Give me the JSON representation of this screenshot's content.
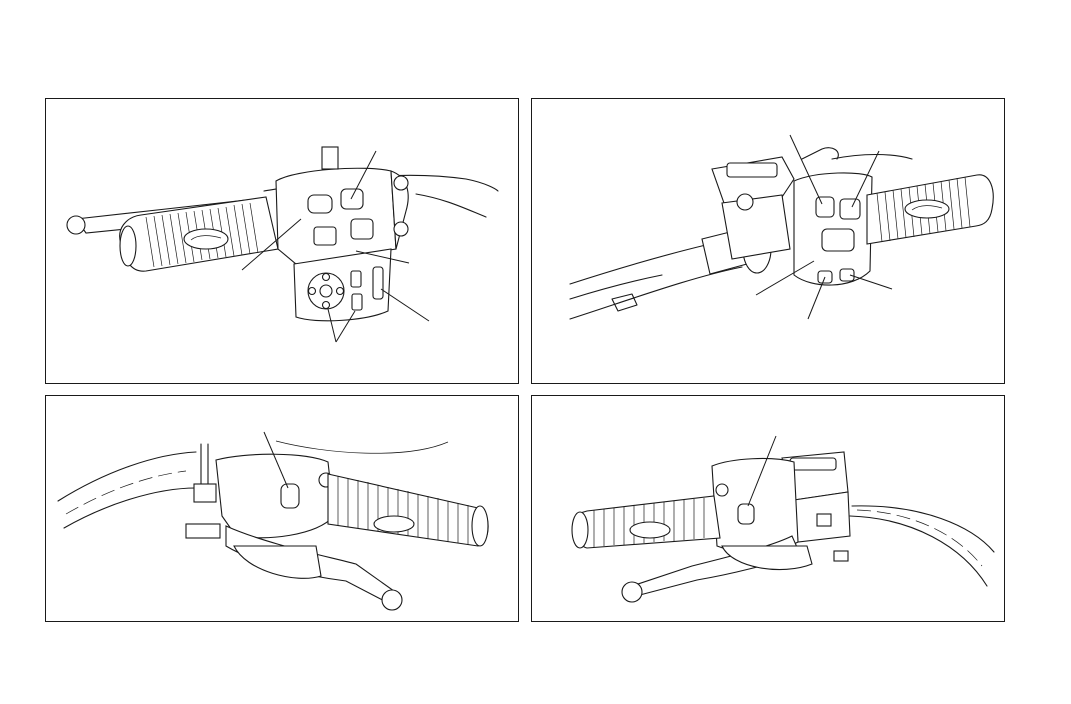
{
  "figure": {
    "panels": [
      {
        "id": "left-handlebar-switch-cube"
      },
      {
        "id": "right-handlebar-switch-cube"
      },
      {
        "id": "right-handlebar-brake-lever"
      },
      {
        "id": "left-handlebar-clutch-lever"
      }
    ],
    "line_color": "#1a1a1a",
    "background": "#ffffff"
  }
}
